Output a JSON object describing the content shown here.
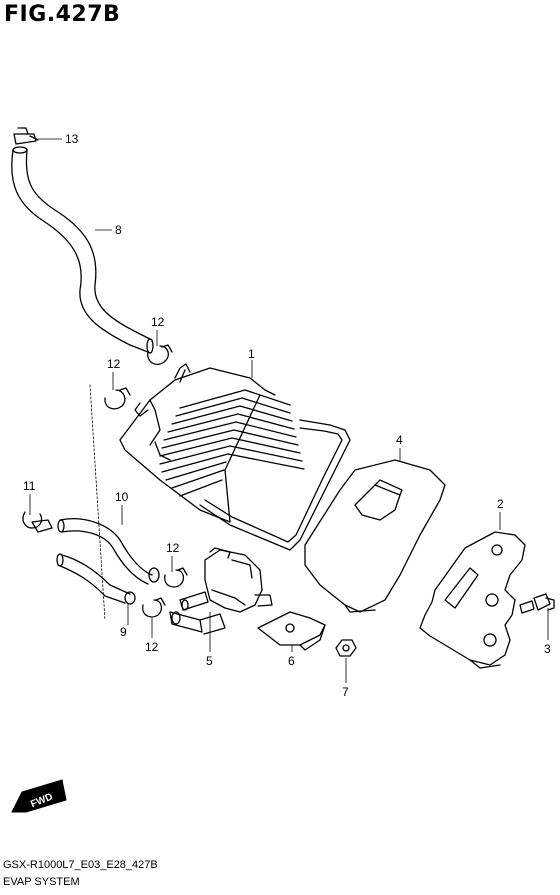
{
  "figure": {
    "title": "FIG.427B",
    "model_code": "GSX-R1000L7_E03_E28_427B",
    "section_name": "EVAP SYSTEM"
  },
  "callouts": {
    "c1": "1",
    "c2": "2",
    "c3": "3",
    "c4": "4",
    "c5": "5",
    "c6": "6",
    "c7": "7",
    "c8": "8",
    "c9": "9",
    "c10": "10",
    "c11": "11",
    "c12a": "12",
    "c12b": "12",
    "c12c": "12",
    "c12d": "12",
    "c13": "13"
  },
  "fwd_badge": {
    "label": "FWD"
  }
}
